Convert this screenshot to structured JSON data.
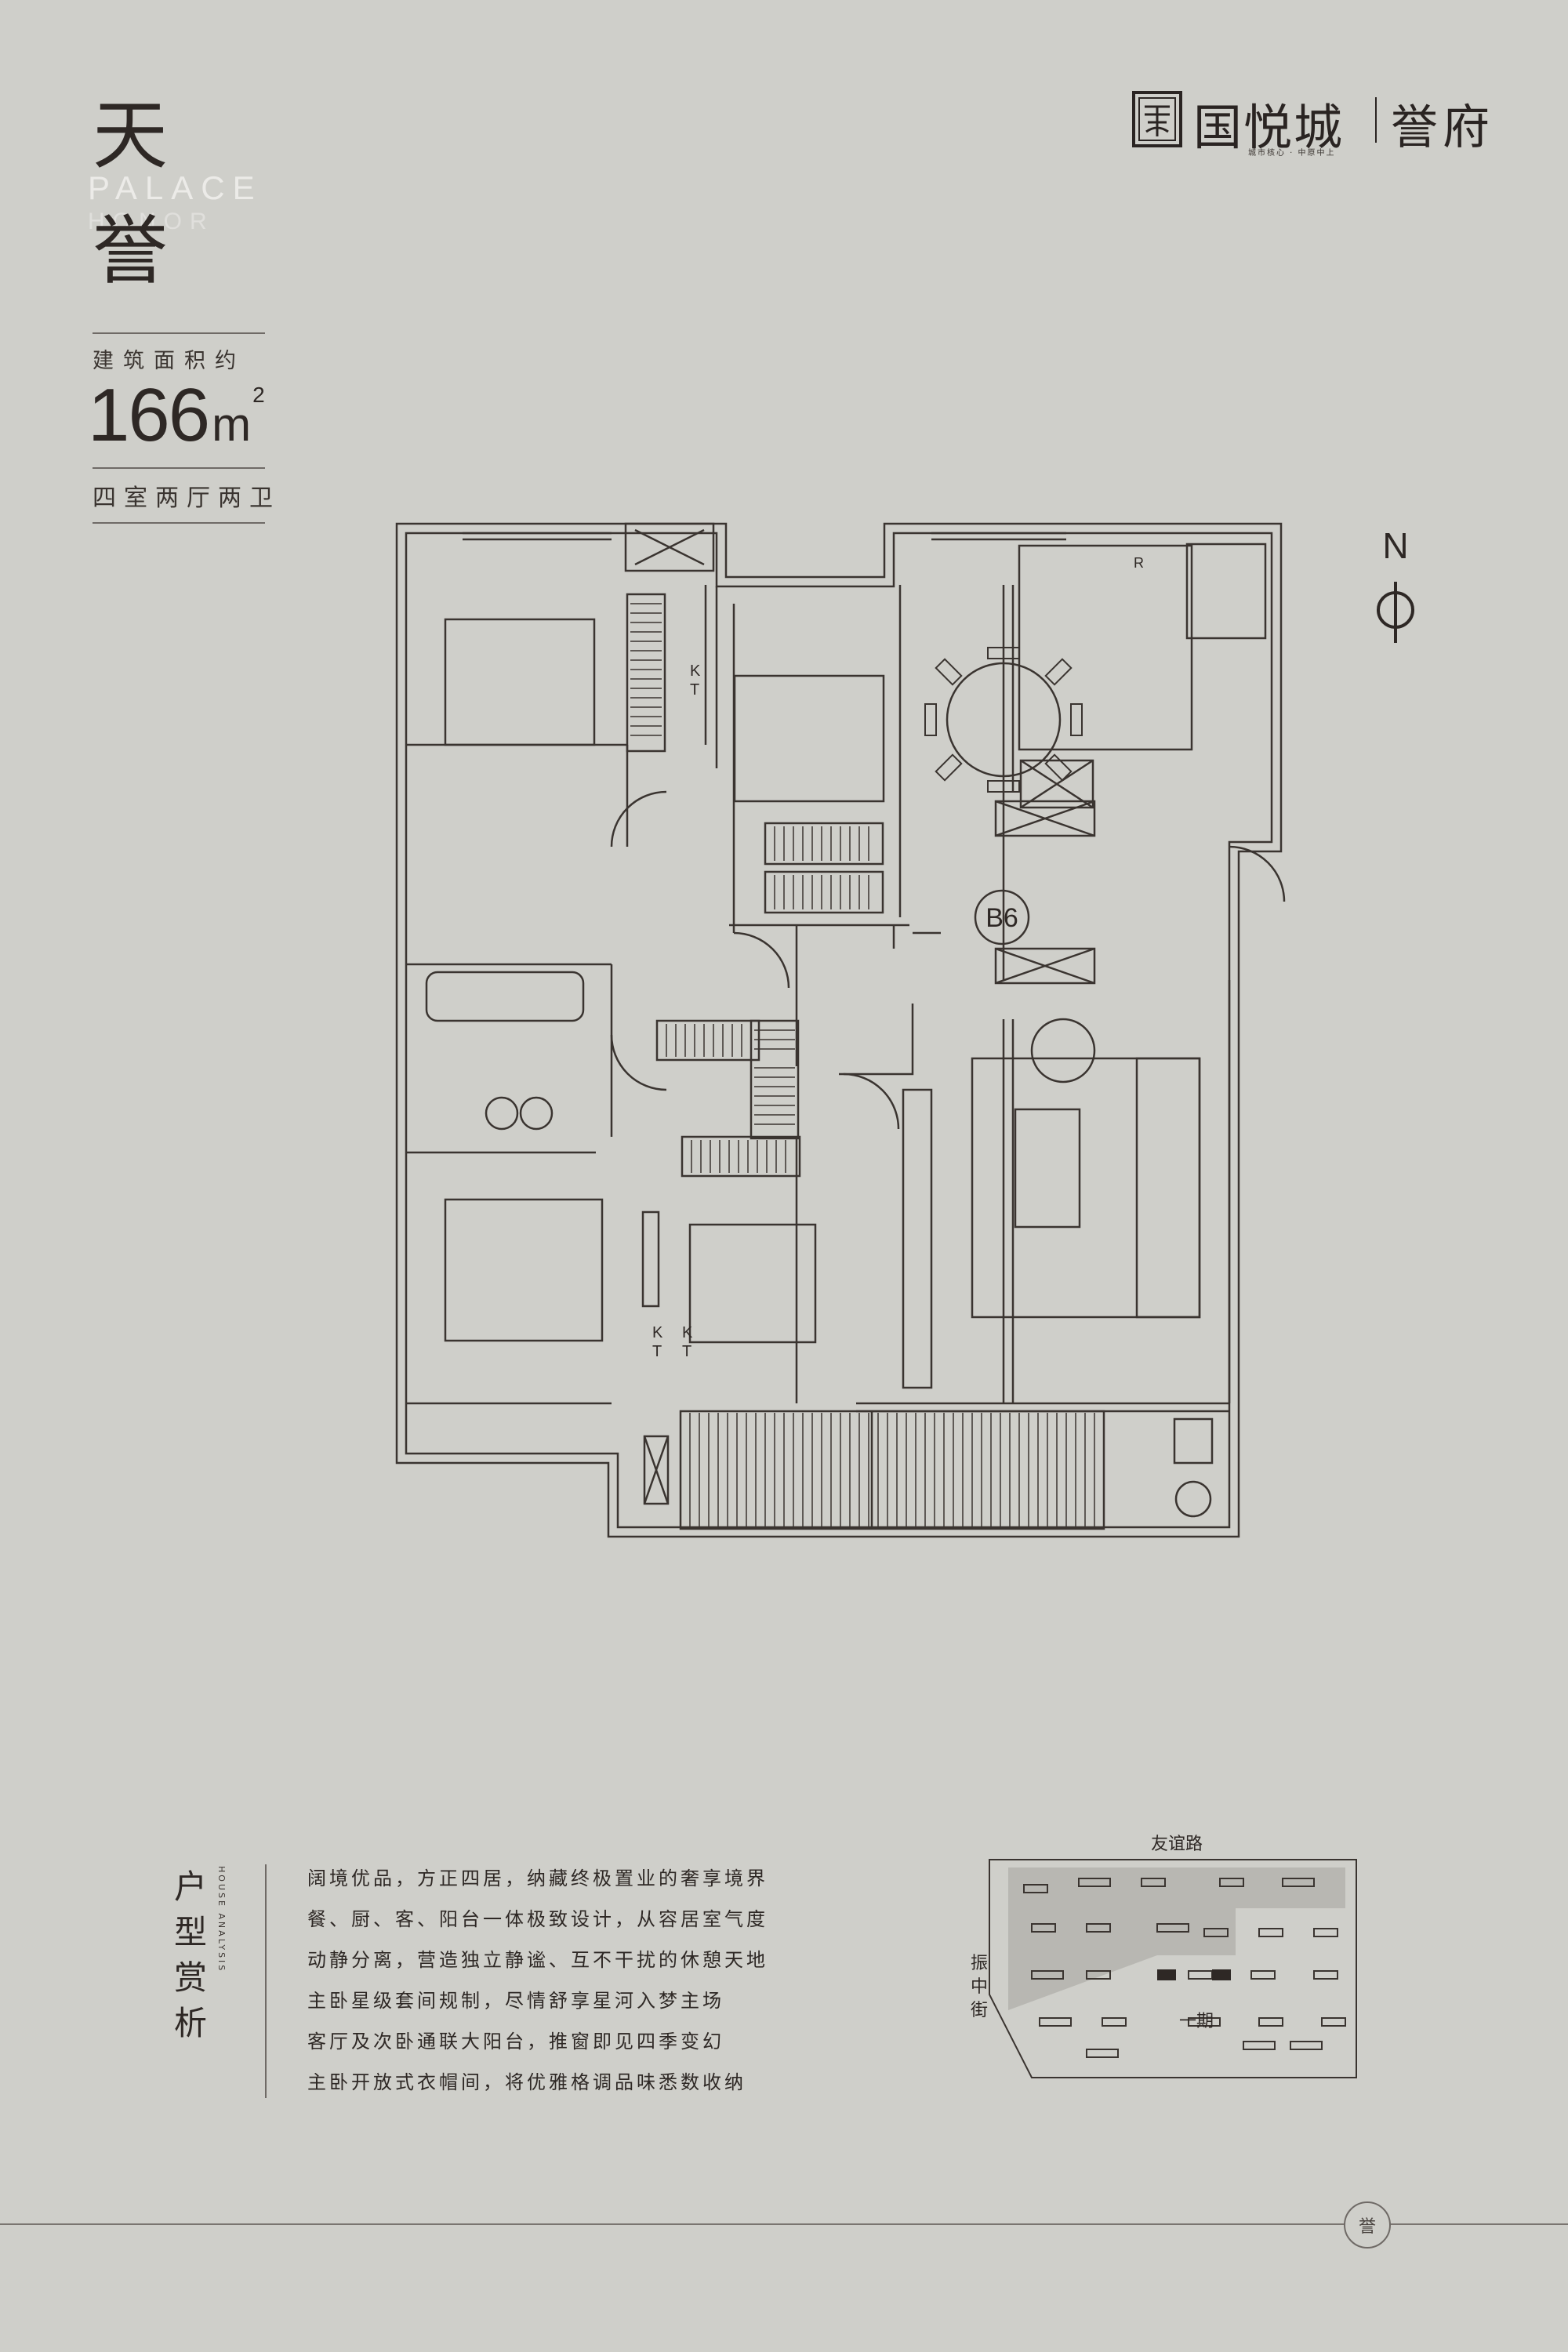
{
  "title": {
    "chars": [
      "天",
      "誉"
    ],
    "en_line1": "PALACE",
    "en_line2": "HONOR"
  },
  "area": {
    "label": "建筑面积约",
    "number": "166",
    "unit": "m",
    "sup": "2",
    "layout_type": "四室两厅两卫"
  },
  "logo": {
    "brand": "国悦城",
    "sub_brand": "誉府",
    "slogan": "城市核心 · 中原中上"
  },
  "plan": {
    "unit_label": "B6",
    "compass": "N",
    "kt_labels": [
      "K",
      "T"
    ],
    "fridge_label": "R",
    "colors": {
      "line": "#3a3430",
      "fill": "#cfcfca"
    }
  },
  "analysis": {
    "title_chars": [
      "户",
      "型",
      "赏",
      "析"
    ],
    "en": "HOUSE ANALYSIS",
    "lines": [
      "阔境优品，方正四居，纳藏终极置业的奢享境界",
      "餐、厨、客、阳台一体极致设计，从容居室气度",
      "动静分离，营造独立静谧、互不干扰的休憩天地",
      "主卧星级套间规制，尽情舒享星河入梦主场",
      "客厅及次卧通联大阳台，推窗即见四季变幻",
      "主卧开放式衣帽间，将优雅格调品味悉数收纳"
    ]
  },
  "site_map": {
    "top_road": "友谊路",
    "side_road_chars": [
      "振",
      "中",
      "街"
    ],
    "phase_label": "一期"
  },
  "footer": {
    "seal_char": "誉"
  }
}
